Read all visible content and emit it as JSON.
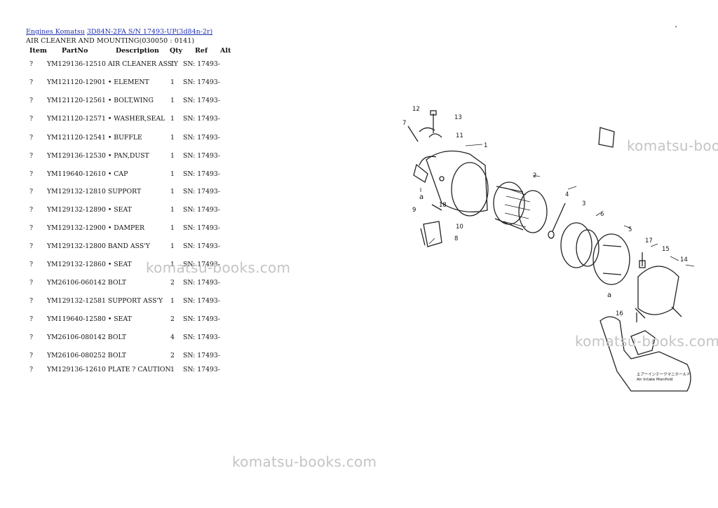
{
  "breadcrumb": {
    "link1": "Engines Komatsu",
    "link2": "3D84N-2FA S/N 17493-UP(3d84n-2r)"
  },
  "subtitle": "AIR CLEANER AND MOUNTING(030050 : 0141)",
  "table": {
    "headers": {
      "item": "Item",
      "partno": "PartNo",
      "description": "Description",
      "qty": "Qty",
      "ref": "Ref",
      "alt": "Alt"
    },
    "rows": [
      {
        "item": "?",
        "part": "YM129136-12510",
        "desc": "AIR CLEANER ASS'Y",
        "qty": "1",
        "ref": "SN: 17493-"
      },
      {
        "item": "?",
        "part": "YM121120-12901",
        "desc": "• ELEMENT",
        "qty": "1",
        "ref": "SN: 17493-"
      },
      {
        "item": "?",
        "part": "YM121120-12561",
        "desc": "• BOLT,WING",
        "qty": "1",
        "ref": "SN: 17493-"
      },
      {
        "item": "?",
        "part": "YM121120-12571",
        "desc": "• WASHER,SEAL",
        "qty": "1",
        "ref": "SN: 17493-"
      },
      {
        "item": "?",
        "part": "YM121120-12541",
        "desc": "• BUFFLE",
        "qty": "1",
        "ref": "SN: 17493-"
      },
      {
        "item": "?",
        "part": "YM129136-12530",
        "desc": "• PAN,DUST",
        "qty": "1",
        "ref": "SN: 17493-"
      },
      {
        "item": "?",
        "part": "YM119640-12610",
        "desc": "• CAP",
        "qty": "1",
        "ref": "SN: 17493-"
      },
      {
        "item": "?",
        "part": "YM129132-12810",
        "desc": "SUPPORT",
        "qty": "1",
        "ref": "SN: 17493-"
      },
      {
        "item": "?",
        "part": "YM129132-12890",
        "desc": "• SEAT",
        "qty": "1",
        "ref": "SN: 17493-"
      },
      {
        "item": "?",
        "part": "YM129132-12900",
        "desc": "• DAMPER",
        "qty": "1",
        "ref": "SN: 17493-"
      },
      {
        "item": "?",
        "part": "YM129132-12800",
        "desc": "BAND ASS'Y",
        "qty": "1",
        "ref": "SN: 17493-"
      },
      {
        "item": "?",
        "part": "YM129132-12860",
        "desc": "• SEAT",
        "qty": "1",
        "ref": "SN: 17493-"
      },
      {
        "item": "?",
        "part": "YM26106-060142",
        "desc": "BOLT",
        "qty": "2",
        "ref": "SN: 17493-"
      },
      {
        "item": "?",
        "part": "YM129132-12581",
        "desc": "SUPPORT ASS'Y",
        "qty": "1",
        "ref": "SN: 17493-"
      },
      {
        "item": "?",
        "part": "YM119640-12580",
        "desc": "• SEAT",
        "qty": "2",
        "ref": "SN: 17493-"
      },
      {
        "item": "?",
        "part": "YM26106-080142",
        "desc": "BOLT",
        "qty": "4",
        "ref": "SN: 17493-"
      },
      {
        "item": "?",
        "part": "YM26106-080252",
        "desc": "BOLT",
        "qty": "2",
        "ref": "SN: 17493-"
      },
      {
        "item": "?",
        "part": "YM129136-12610",
        "desc": "PLATE ? CAUTION",
        "qty": "1",
        "ref": "SN: 17493-"
      }
    ]
  },
  "watermark": "komatsu-books.com",
  "diagram": {
    "callouts": [
      "1",
      "2",
      "3",
      "4",
      "5",
      "6",
      "7",
      "8",
      "9",
      "10",
      "11",
      "12",
      "13",
      "14",
      "15",
      "16",
      "17",
      "18",
      "a",
      "a"
    ],
    "caption_jp": "エアーインテークマニホールド",
    "caption_en": "Air Intake Manifold"
  }
}
